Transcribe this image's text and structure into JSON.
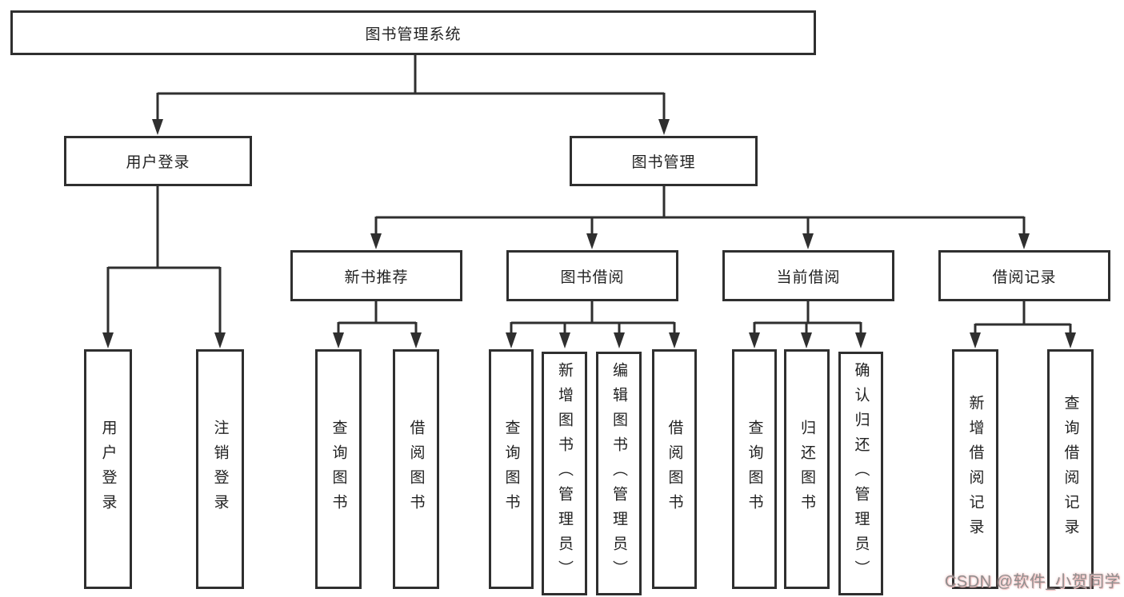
{
  "colors": {
    "background": "#ffffff",
    "line": "#2f2f2f",
    "box_border": "#2f2f2f",
    "box_fill": "#ffffff",
    "text": "#222222",
    "watermark_text": "#8f8f8f",
    "watermark_glow": "#e9a7a7"
  },
  "tree": {
    "root": {
      "label": "图书管理系统",
      "children": [
        {
          "label": "用户登录",
          "children": [
            {
              "label": "用户登录"
            },
            {
              "label": "注销登录"
            }
          ]
        },
        {
          "label": "图书管理",
          "children": [
            {
              "label": "新书推荐",
              "children": [
                {
                  "label": "查询图书"
                },
                {
                  "label": "借阅图书"
                }
              ]
            },
            {
              "label": "图书借阅",
              "children": [
                {
                  "label": "查询图书"
                },
                {
                  "label": "新增图书（管理员）"
                },
                {
                  "label": "编辑图书（管理员）"
                },
                {
                  "label": "借阅图书"
                }
              ]
            },
            {
              "label": "当前借阅",
              "children": [
                {
                  "label": "查询图书"
                },
                {
                  "label": "归还图书"
                },
                {
                  "label": "确认归还（管理员）"
                }
              ]
            },
            {
              "label": "借阅记录",
              "children": [
                {
                  "label": "新增借阅记录"
                },
                {
                  "label": "查询借阅记录"
                }
              ]
            }
          ]
        }
      ]
    }
  },
  "watermark": {
    "text": "CSDN @软件_小贺同学"
  }
}
